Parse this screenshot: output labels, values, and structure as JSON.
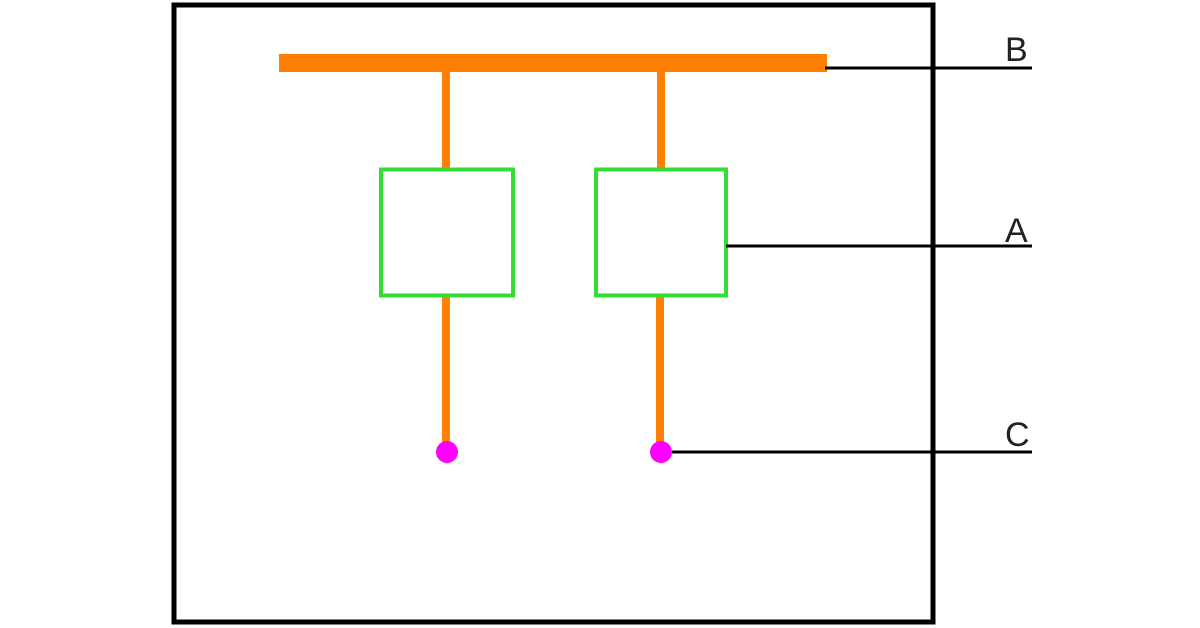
{
  "labels": {
    "a": "A",
    "b": "B",
    "c": "C"
  },
  "colors": {
    "frame": "#000000",
    "busbar": "#ff8000",
    "box": "#33dd33",
    "terminal": "#ff00ff",
    "leader": "#000000"
  }
}
